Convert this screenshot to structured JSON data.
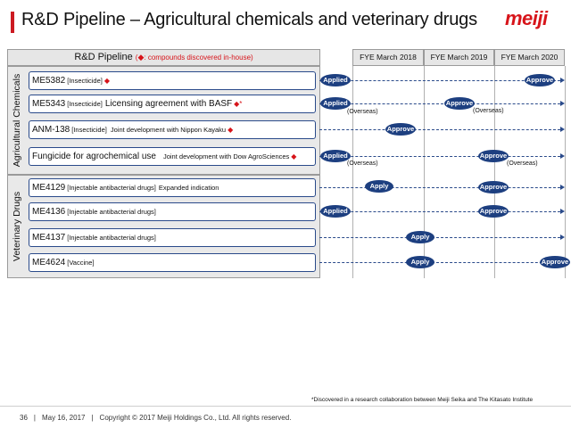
{
  "header": {
    "title": "R&D Pipeline – Agricultural chemicals and veterinary drugs",
    "logo_text": "meiji",
    "accent_color": "#cc1b22"
  },
  "table": {
    "header_main": "R&D Pipeline",
    "header_note_marker": "◆",
    "header_note_text": ": compounds discovered in-house",
    "groups": [
      {
        "label": "Agricultural Chemicals"
      },
      {
        "label": "Veterinary Drugs"
      }
    ],
    "rows": [
      {
        "name": "ME5382",
        "category": "[Insecticide]",
        "note": "",
        "marker": "◆"
      },
      {
        "name": "ME5343",
        "category": "[Insecticide]",
        "note": "Licensing agreement with BASF",
        "marker": "◆*"
      },
      {
        "name": "ANM-138",
        "category": "[Insecticide]",
        "note": "Joint development with Nippon Kayaku",
        "marker": "◆"
      },
      {
        "name": "Fungicide for agrochemical use",
        "category": "",
        "note": "Joint development with Dow AgroSciences",
        "marker": "◆"
      },
      {
        "name": "ME4129",
        "category": "[Injectable antibacterial drugs]",
        "note": "Expanded indication",
        "marker": ""
      },
      {
        "name": "ME4136",
        "category": "[Injectable antibacterial drugs]",
        "note": "",
        "marker": ""
      },
      {
        "name": "ME4137",
        "category": "[Injectable antibacterial drugs]",
        "note": "",
        "marker": ""
      },
      {
        "name": "ME4624",
        "category": "[Vaccine]",
        "note": "",
        "marker": ""
      }
    ]
  },
  "timeline": {
    "years": [
      "FYE March 2018",
      "FYE March 2019",
      "FYE March 2020"
    ],
    "milestones": {
      "applied": "Applied",
      "approve": "Approve",
      "apply": "Apply",
      "overseas": "(Overseas)"
    },
    "pill_color": "#1d3f80"
  },
  "footnote": "*Discovered in a research collaboration between Meiji Seika and The Kitasato Institute",
  "footer": {
    "page": "36",
    "date": "May 16, 2017",
    "copyright": "Copyright © 2017 Meiji Holdings Co., Ltd. All rights reserved."
  }
}
